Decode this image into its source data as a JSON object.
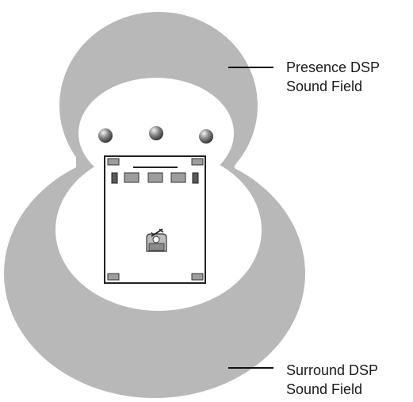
{
  "labels": {
    "presence_line1": "Presence DSP",
    "presence_line2": "Sound Field",
    "surround_line1": "Surround DSP",
    "surround_line2": "Sound Field"
  },
  "colors": {
    "field_gray": "#b8b8b8",
    "outline": "#222222",
    "speaker_fill": "#9e9e9e",
    "speaker_dark": "#5a5a5a",
    "background": "#ffffff"
  },
  "icons": {
    "presence_speakers": "sphere-speaker-icon",
    "listener": "listener-icon"
  }
}
